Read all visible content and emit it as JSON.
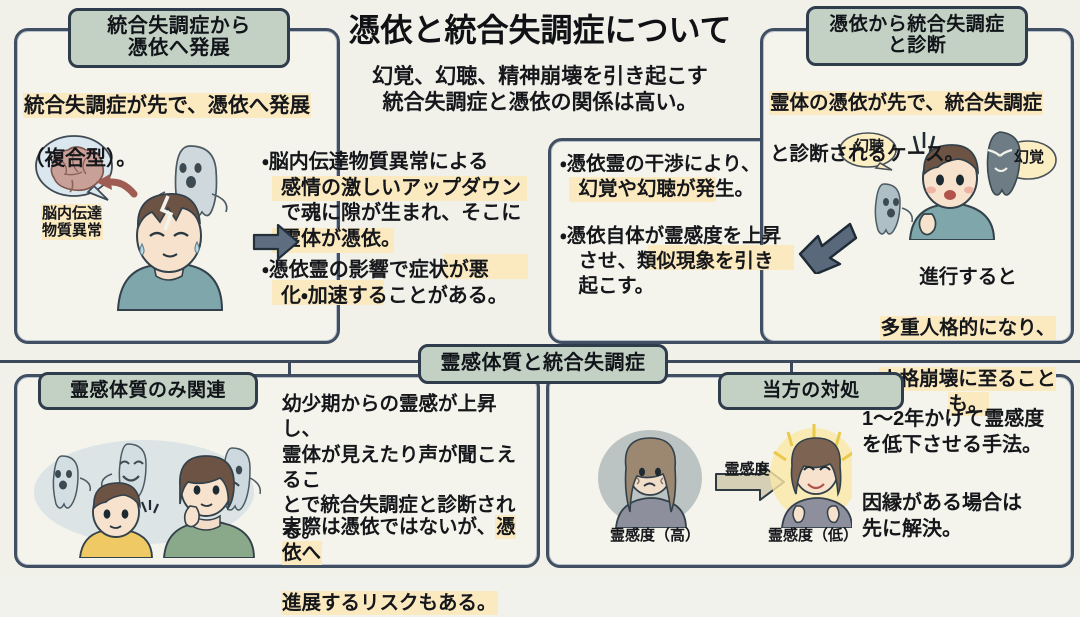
{
  "title": {
    "main": "憑依と統合失調症について",
    "sub_line1": "幻覚、幻聴、精神崩壊を引き起こす",
    "sub_line2": "統合失調症と憑依の関係は高い。"
  },
  "colors": {
    "page_background": "#f1f1ea",
    "panel_background": "#f4f4ec",
    "panel_border": "#414f63",
    "pill_background": "#c3d1c4",
    "pill_border": "#2f3c4c",
    "highlight": "#fbe9c0",
    "arrow_gray": "#5c6b7c",
    "text": "#15171b"
  },
  "left_panel": {
    "header": "統合失調症から\n憑依へ発展",
    "lead_line1": "統合失調症が先で、憑依へ発展",
    "lead_line2": "（複合型）。",
    "illustration_label": "脳内伝達\n物質異常",
    "bullets": [
      "・脳内伝達物質異常による\n感情の激しいアップダウン\nで魂に隙が生まれ、そこに\n霊体が憑依。",
      "・憑依霊の影響で症状が悪\n化・加速することがある。"
    ]
  },
  "center_panel": {
    "bullets": [
      "・憑依霊の干渉により、\n幻覚や幻聴が発生。",
      "・憑依自体が霊感度を上昇\nさせ、類似現象を引き\n起こす。"
    ]
  },
  "right_panel": {
    "header": "憑依から統合失調症\nと診断",
    "lead_line1": "霊体の憑依が先で、統合失調症",
    "lead_line2": "と診断されるケース。",
    "bubble_left": "幻聴",
    "bubble_right": "幻覚",
    "footer_line1": "進行すると",
    "footer_line2": "多重人格的になり、",
    "footer_line3": "人格崩壊に至ることも。"
  },
  "bottom_band": {
    "header": "霊感体質と統合失調症"
  },
  "bottom_left_panel": {
    "header": "霊感体質のみ関連",
    "paragraph1": "幼少期からの霊感が上昇し、\n霊体が見えたり声が聞こえるこ\nとで統合失調症と診断される。",
    "paragraph2_plain": "実際は憑依ではないが、",
    "paragraph2_hl1": "憑依へ",
    "paragraph2_hl2": "進展するリスクもある。"
  },
  "bottom_right_panel": {
    "header": "当方の対処",
    "paragraph1": "1〜2年かけて霊感度\nを低下させる手法。",
    "paragraph2": "因縁がある場合は\n先に解決。",
    "arrow_label": "霊感度",
    "caption_left": "霊感度（高）",
    "caption_right": "霊感度（低）"
  }
}
